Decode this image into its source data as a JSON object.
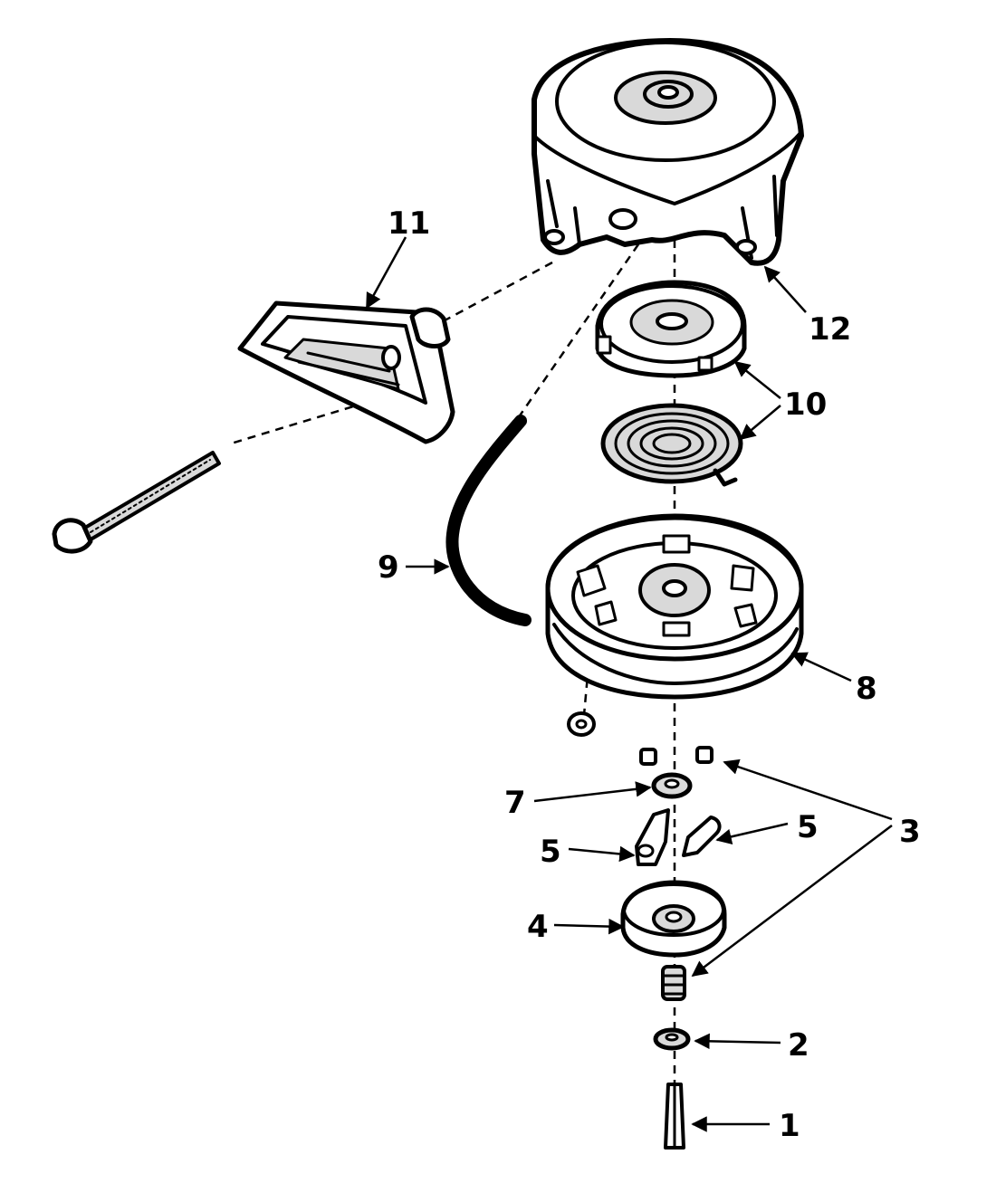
{
  "callouts": {
    "c1": "1",
    "c2": "2",
    "c3": "3",
    "c4": "4",
    "c5a": "5",
    "c5b": "5",
    "c7": "7",
    "c8": "8",
    "c9": "9",
    "c10": "10",
    "c11": "11",
    "c12": "12"
  }
}
